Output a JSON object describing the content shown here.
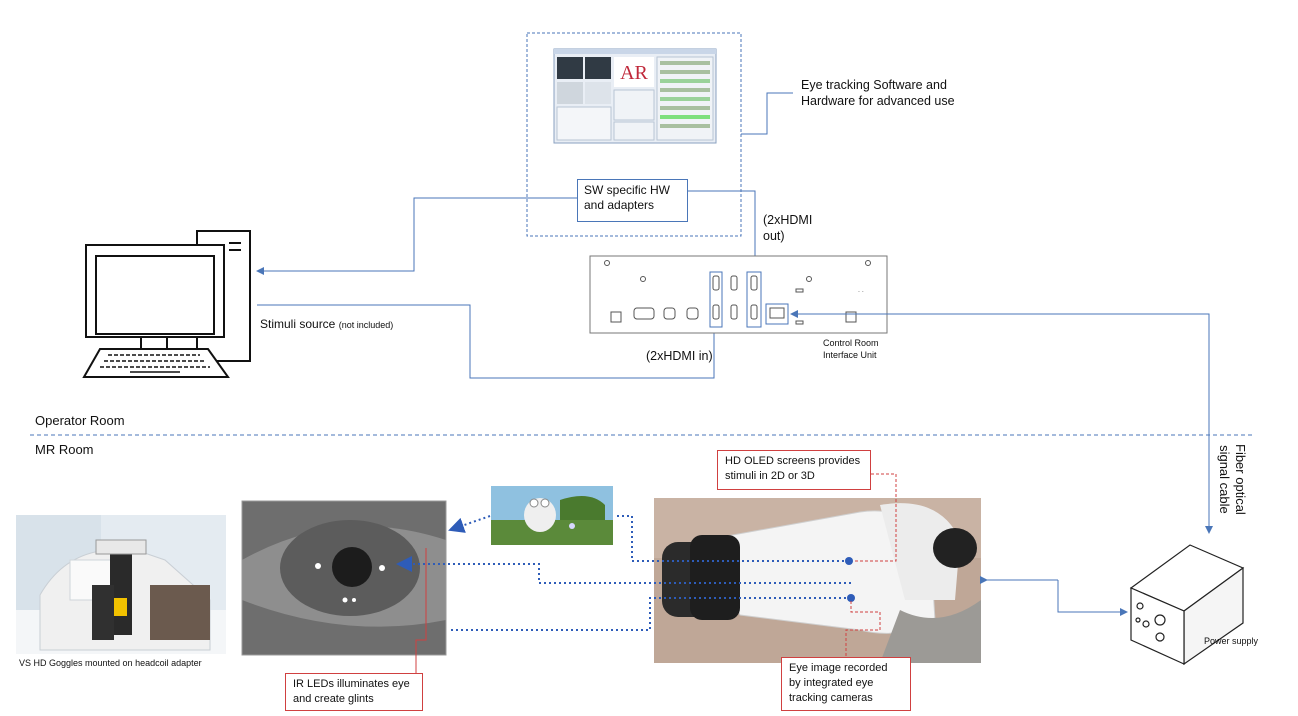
{
  "labels": {
    "software_hw": [
      "Eye tracking Software and",
      "Hardware for advanced use"
    ],
    "sw_specific": [
      "SW specific HW",
      "and adapters"
    ],
    "hdmi_out": [
      "(2xHDMI",
      "out)"
    ],
    "hdmi_in": "(2xHDMI in)",
    "control_room": [
      "Control Room",
      "Interface Unit"
    ],
    "stimuli_source": "Stimuli source",
    "stimuli_note": "(not included)",
    "operator_room": "Operator Room",
    "mr_room": "MR Room",
    "fiber": [
      "Fiber optical",
      "signal cable"
    ],
    "hd_oled": [
      "HD OLED screens provides",
      "stimuli in 2D or 3D"
    ],
    "eye_image": [
      "Eye image recorded",
      "by integrated eye",
      "tracking cameras"
    ],
    "ir_leds": [
      "IR LEDs illuminates eye",
      "and create glints"
    ],
    "goggles_caption": "VS HD Goggles mounted on headcoil adapter",
    "power_supply": "Power supply"
  },
  "colors": {
    "blue_line": "#4a76b8",
    "red_line": "#d04040",
    "dot_line": "#2e5cb8"
  }
}
